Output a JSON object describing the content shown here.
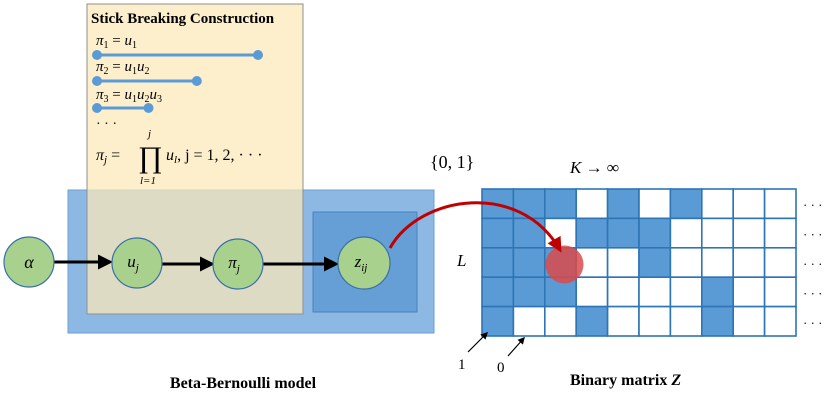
{
  "stick_box": {
    "title": "Stick Breaking Construction",
    "eq1": {
      "lhs": "π",
      "lhs_sub": "1",
      "rhs": "u",
      "rhs_sub": "1"
    },
    "eq2": {
      "lhs": "π",
      "lhs_sub": "2",
      "rhs": "u",
      "rhs_sub": "1",
      "rhs2": "u",
      "rhs2_sub": "2"
    },
    "eq3": {
      "lhs": "π",
      "lhs_sub": "3",
      "rhs": "u",
      "rhs_sub": "1",
      "rhs2": "u",
      "rhs2_sub": "2",
      "rhs3": "u",
      "rhs3_sub": "3"
    },
    "ellipsis": "· · ·",
    "eq_general": {
      "lhs": "π",
      "lhs_sub": "j",
      "eq": "=",
      "prod": "∏",
      "prod_top": "j",
      "prod_bottom": "l=1",
      "term": "u",
      "term_sub": "l",
      "tail": ", j = 1, 2, · · ·"
    },
    "bar_fractions": [
      1.0,
      0.62,
      0.32
    ]
  },
  "nodes": {
    "alpha": "α",
    "u": {
      "base": "u",
      "sub": "j"
    },
    "pi": {
      "base": "π",
      "sub": "j"
    },
    "z": {
      "base": "z",
      "sub": "ij"
    }
  },
  "labels": {
    "set": "{0, 1}",
    "k_label": "K → ∞",
    "l_label": "L",
    "one": "1",
    "zero": "0",
    "ellipsis": "· · ·",
    "model": "Beta-Bernoulli model",
    "matrix": "Binary matrix ",
    "matrix_var": "Z"
  },
  "matrix": {
    "rows": 5,
    "cols": 10,
    "filled": [
      [
        1,
        1,
        1,
        0,
        1,
        0,
        1,
        0,
        0,
        0
      ],
      [
        1,
        1,
        0,
        1,
        1,
        1,
        0,
        0,
        0,
        0
      ],
      [
        1,
        1,
        1,
        0,
        0,
        1,
        0,
        0,
        0,
        0
      ],
      [
        1,
        1,
        1,
        0,
        0,
        0,
        0,
        1,
        0,
        0
      ],
      [
        1,
        0,
        0,
        1,
        0,
        0,
        0,
        1,
        0,
        0
      ]
    ],
    "highlight": {
      "row": 2,
      "col": 2
    }
  },
  "colors": {
    "cell_fill": "#5b9bd5",
    "cell_border": "#2e75b6",
    "stick_bg": "#fde9b8",
    "stick_border": "#8f8f8f",
    "plate_outer": "#8cb8e3",
    "plate_inner": "#5a97d0",
    "node_fill": "#a9d18e",
    "node_stroke": "#3a6fa8",
    "bar": "#5b9bd5",
    "highlight": "#d94b4b",
    "arrow": "#c00000"
  }
}
